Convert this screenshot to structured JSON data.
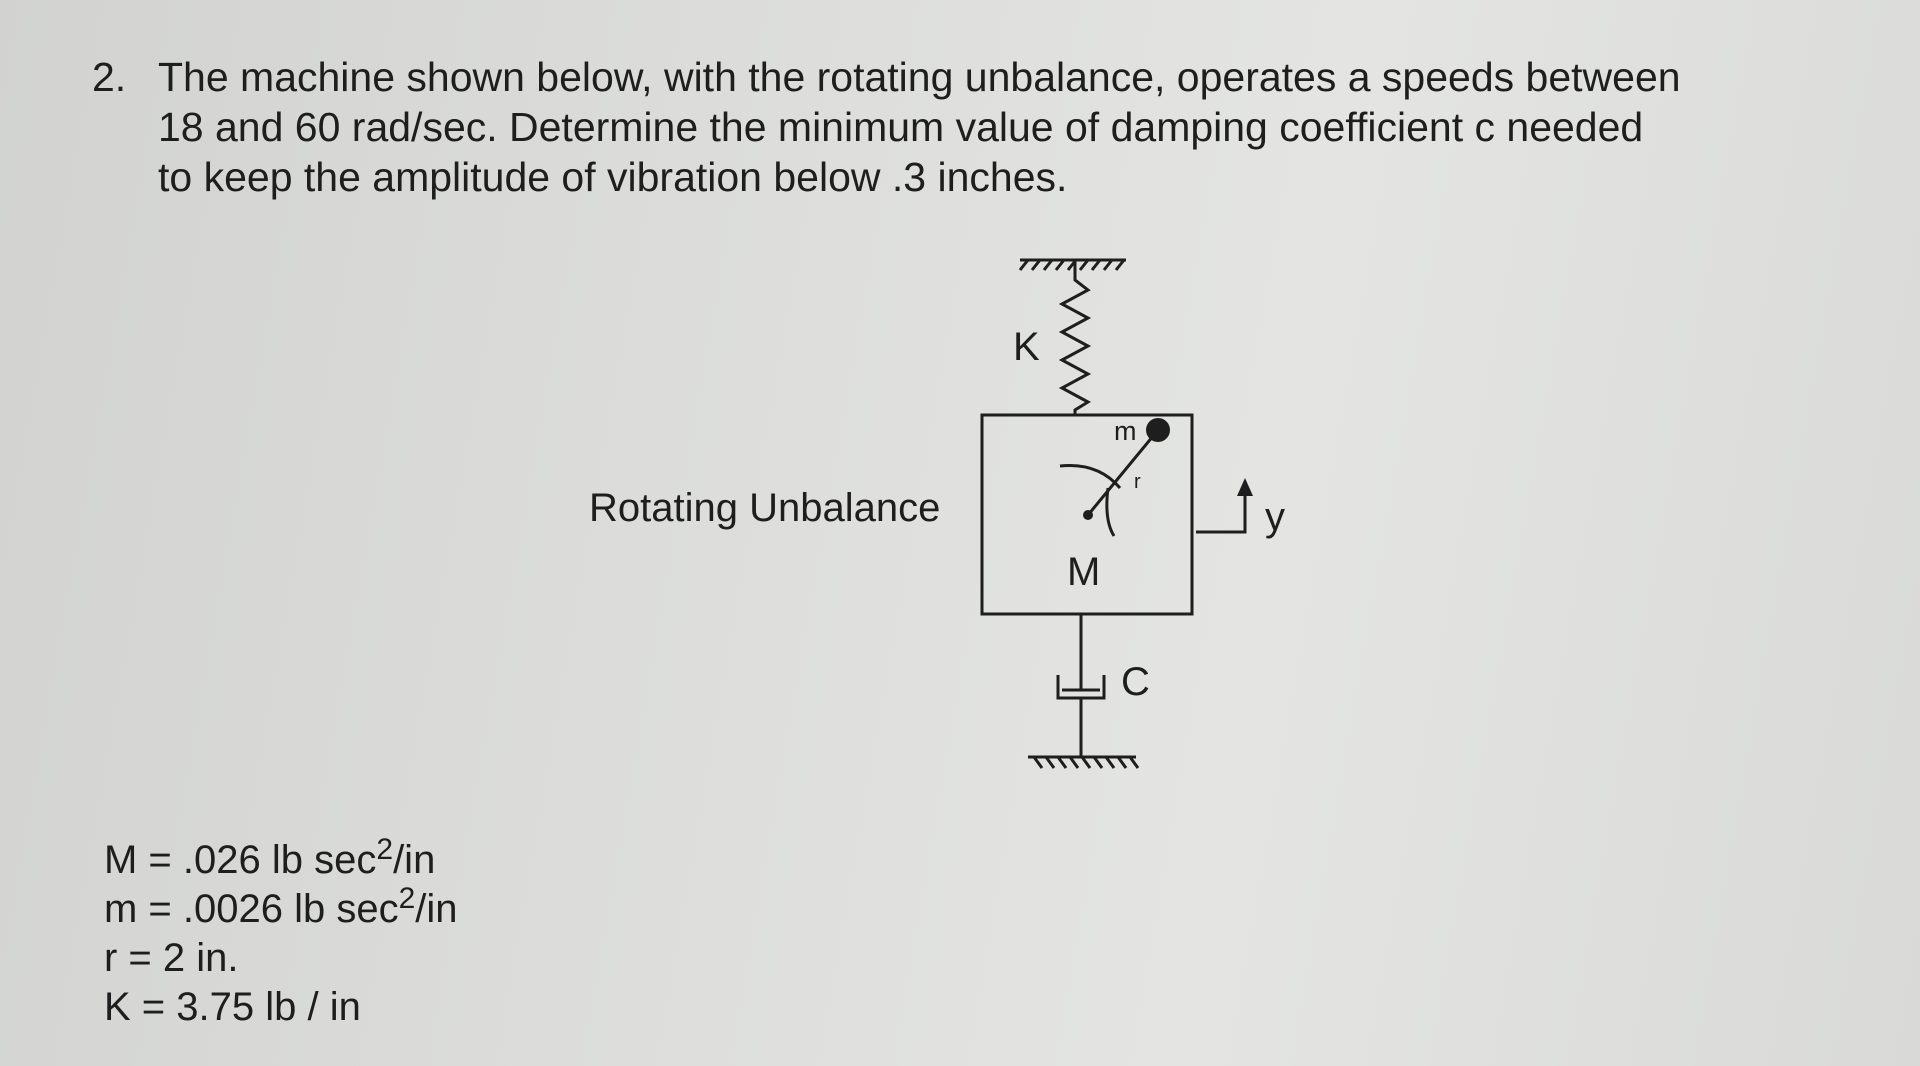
{
  "problem": {
    "number": "2.",
    "lines": [
      "The machine shown below, with the rotating unbalance, operates a speeds between",
      "18 and 60 rad/sec.  Determine the minimum value of damping coefficient c needed",
      "to keep the amplitude of vibration below .3 inches."
    ]
  },
  "diagram": {
    "label_rotating": "Rotating Unbalance",
    "label_spring": "K",
    "label_small_mass": "m",
    "label_radius": "r",
    "label_mass": "M",
    "label_damper": "C",
    "label_displacement": "y"
  },
  "parameters": [
    {
      "pre": "M = .026 lb sec",
      "sup": "2",
      "post": "/in"
    },
    {
      "pre": "m = .0026 lb sec",
      "sup": "2",
      "post": "/in"
    },
    {
      "pre": "r = 2 in.",
      "sup": "",
      "post": ""
    },
    {
      "pre": "K = 3.75 lb / in",
      "sup": "",
      "post": ""
    }
  ],
  "colors": {
    "ink": "#1e1e1e",
    "paper": "#dcdddb"
  }
}
